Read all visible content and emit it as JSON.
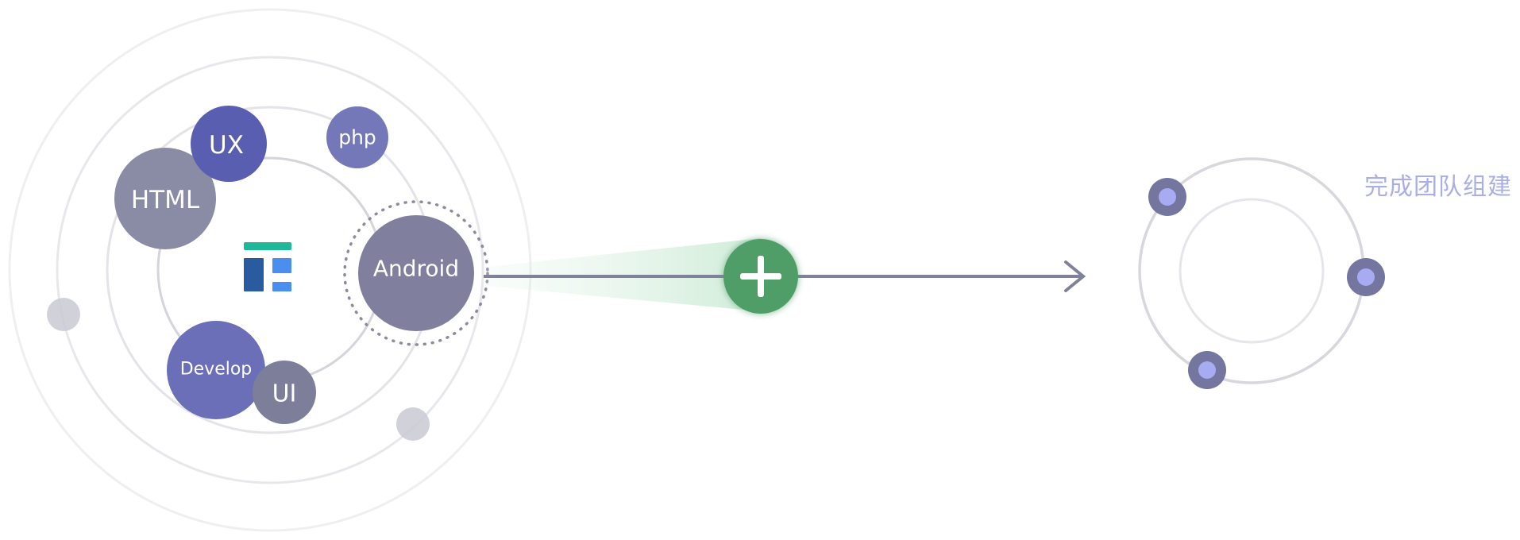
{
  "skills": [
    {
      "label": "UX",
      "color": "#5a5eb0"
    },
    {
      "label": "php",
      "color": "#7478b8"
    },
    {
      "label": "HTML",
      "color": "#8a8ba5"
    },
    {
      "label": "Android",
      "color": "#80809e"
    },
    {
      "label": "Develop",
      "color": "#6b6fb8"
    },
    {
      "label": "UI",
      "color": "#7d7e9a"
    }
  ],
  "center_logo": {
    "icon": "team-logo-icon",
    "colors": [
      "#1fb89a",
      "#2a5aa0",
      "#4a8ef0"
    ]
  },
  "add_button": {
    "icon": "plus-icon",
    "color": "#4f9e68"
  },
  "arrow_color": "#80829a",
  "result": {
    "label": "完成团队组建",
    "label_color": "#a9aee5",
    "member_color": "#7476a0",
    "member_core_color": "#a7acf2"
  }
}
